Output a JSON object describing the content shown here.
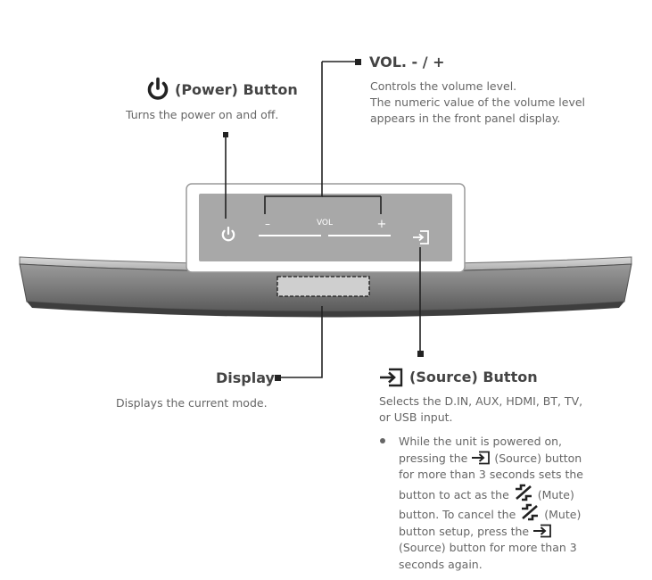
{
  "power": {
    "title": "(Power) Button",
    "desc": "Turns the power on and off."
  },
  "volume": {
    "title": "VOL. - / +",
    "desc_lines": [
      "Controls the volume level.",
      "The numeric value of the volume level",
      "appears in the front panel display."
    ]
  },
  "display": {
    "title": "Display",
    "desc": "Displays the current mode."
  },
  "source": {
    "title": "(Source) Button",
    "desc_lines": [
      "Selects the D.IN, AUX, HDMI, BT, TV,",
      "or USB input."
    ],
    "bullet": {
      "l1": "While the unit is powered on,",
      "l2a": "pressing the",
      "l2b": "(Source) button",
      "l3": "for more than 3 seconds sets the",
      "l4a": "button to act as the",
      "l4b": "(Mute)",
      "l5a": "button. To cancel the",
      "l5b": "(Mute)",
      "l6": "button setup, press the",
      "l7": "(Source) button for more than 3",
      "l8": "seconds again."
    }
  },
  "panel": {
    "minus": "–",
    "vol": "VOL",
    "plus": "+"
  },
  "icons": [
    "power-icon",
    "source-icon",
    "mute-icon"
  ],
  "colors": {
    "leader": "#222222",
    "panel": "#a5a5a5",
    "bar": "#8a8a8a"
  }
}
